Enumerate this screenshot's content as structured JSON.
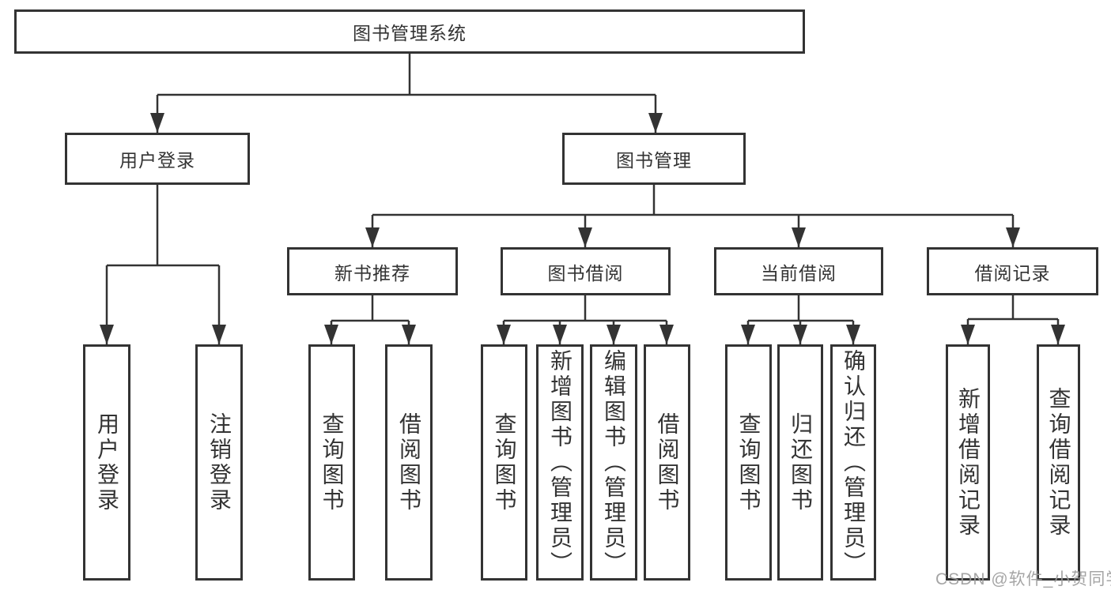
{
  "diagram_type": "functional-structure-tree",
  "tree": {
    "label": "图书管理系统",
    "children": [
      {
        "label": "用户登录",
        "children": [
          {
            "label": "用户登录"
          },
          {
            "label": "注销登录"
          }
        ]
      },
      {
        "label": "图书管理",
        "children": [
          {
            "label": "新书推荐",
            "children": [
              {
                "label": "查询图书"
              },
              {
                "label": "借阅图书"
              }
            ]
          },
          {
            "label": "图书借阅",
            "children": [
              {
                "label": "查询图书"
              },
              {
                "label": "新增图书（管理员）"
              },
              {
                "label": "编辑图书（管理员）"
              },
              {
                "label": "借阅图书"
              }
            ]
          },
          {
            "label": "当前借阅",
            "children": [
              {
                "label": "查询图书"
              },
              {
                "label": "归还图书"
              },
              {
                "label": "确认归还（管理员）"
              }
            ]
          },
          {
            "label": "借阅记录",
            "children": [
              {
                "label": "新增借阅记录"
              },
              {
                "label": "查询借阅记录"
              }
            ]
          }
        ]
      }
    ]
  },
  "watermark": "CSDN @软件_小贺同学",
  "colors": {
    "line": "#333333",
    "box_border": "#333333",
    "text": "#333333",
    "background": "#ffffff",
    "watermark": "#9b9b9b"
  }
}
